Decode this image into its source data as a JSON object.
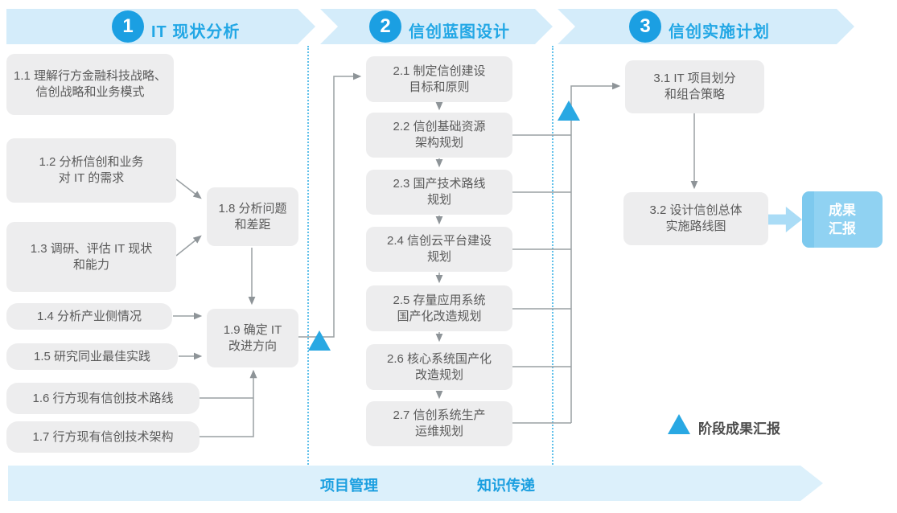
{
  "phases": [
    {
      "number": "1",
      "title": "IT 现状分析"
    },
    {
      "number": "2",
      "title": "信创蓝图设计"
    },
    {
      "number": "3",
      "title": "信创实施计划"
    }
  ],
  "steps": {
    "s1_1": {
      "line1": "1.1 理解行方金融科技战略、",
      "line2": "信创战略和业务模式"
    },
    "s1_2": {
      "line1": "1.2 分析信创和业务",
      "line2": "对 IT 的需求"
    },
    "s1_3": {
      "line1": "1.3 调研、评估 IT 现状",
      "line2": "和能力"
    },
    "s1_4": {
      "line1": "1.4 分析产业侧情况"
    },
    "s1_5": {
      "line1": "1.5 研究同业最佳实践"
    },
    "s1_6": {
      "line1": "1.6 行方现有信创技术路线"
    },
    "s1_7": {
      "line1": "1.7 行方现有信创技术架构"
    },
    "s1_8": {
      "line1": "1.8 分析问题",
      "line2": "和差距"
    },
    "s1_9": {
      "line1": "1.9 确定 IT",
      "line2": "改进方向"
    },
    "s2_1": {
      "line1": "2.1 制定信创建设",
      "line2": "目标和原则"
    },
    "s2_2": {
      "line1": "2.2 信创基础资源",
      "line2": "架构规划"
    },
    "s2_3": {
      "line1": "2.3 国产技术路线",
      "line2": "规划"
    },
    "s2_4": {
      "line1": "2.4 信创云平台建设",
      "line2": "规划"
    },
    "s2_5": {
      "line1": "2.5 存量应用系统",
      "line2": "国产化改造规划"
    },
    "s2_6": {
      "line1": "2.6 核心系统国产化",
      "line2": "改造规划"
    },
    "s2_7": {
      "line1": "2.7 信创系统生产",
      "line2": "运维规划"
    },
    "s3_1": {
      "line1": "3.1 IT 项目划分",
      "line2": "和组合策略"
    },
    "s3_2": {
      "line1": "3.2 设计信创总体",
      "line2": "实施路线图"
    }
  },
  "result_box": {
    "line1": "成果",
    "line2": "汇报"
  },
  "legend": {
    "label": "阶段成果汇报"
  },
  "footer": {
    "items": [
      "项目管理",
      "知识传递"
    ]
  },
  "colors": {
    "banner_blue": "#d4ecfa",
    "accent_blue": "#29a8e3",
    "circle_blue": "#1b9fe2",
    "header_text_blue": "#22a7e5",
    "box_gray": "#ededee",
    "box_text_gray": "#5a5a5a",
    "connector_gray": "#9aa0a3",
    "result_box_blue": "#90d2f2",
    "footer_text_blue": "#1b9fe0"
  }
}
